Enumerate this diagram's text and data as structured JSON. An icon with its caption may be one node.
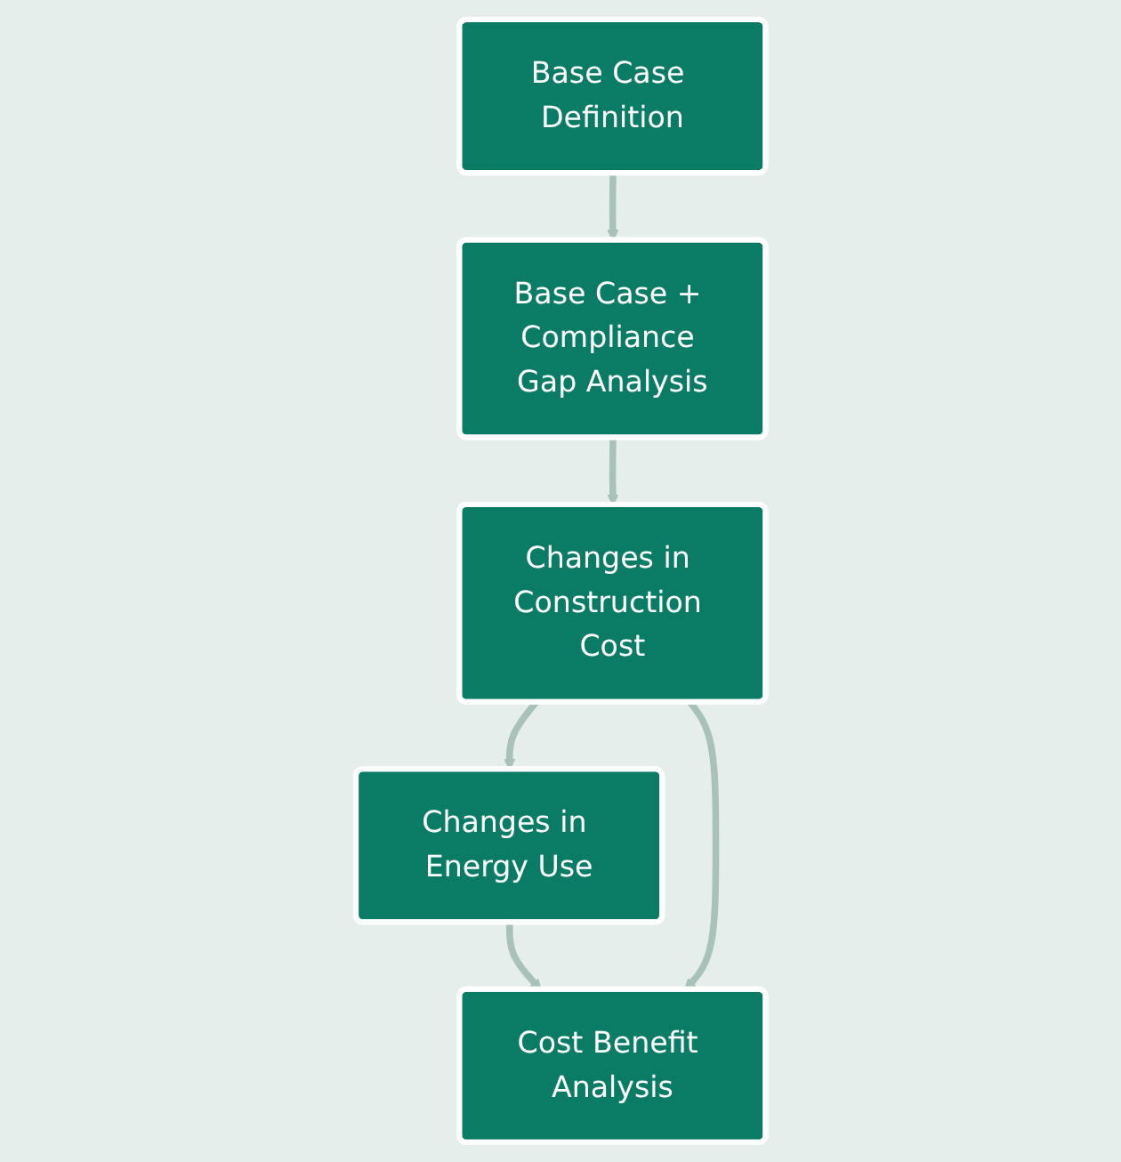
{
  "diagram": {
    "nodes": [
      {
        "text": [
          "Base Case Definition"
        ]
      },
      {
        "text": [
          "Base Case + Compliance Gap Analysis"
        ]
      },
      {
        "text": [
          "Changes in Construction Cost"
        ]
      },
      {
        "text": [
          "Changes in Energy Use"
        ]
      },
      {
        "text": [
          "Cost Benefit Analysis"
        ]
      }
    ],
    "edges": [
      {
        "from": 0,
        "to": 1,
        "arrow": "to"
      },
      {
        "from": 1,
        "to": 2,
        "arrow": "to"
      },
      {
        "from": 2,
        "to": 3,
        "arrow": "to"
      },
      {
        "from": 3,
        "to": 4,
        "arrow": "to"
      },
      {
        "from": 2,
        "to": 4,
        "arrow": "to"
      }
    ]
  }
}
